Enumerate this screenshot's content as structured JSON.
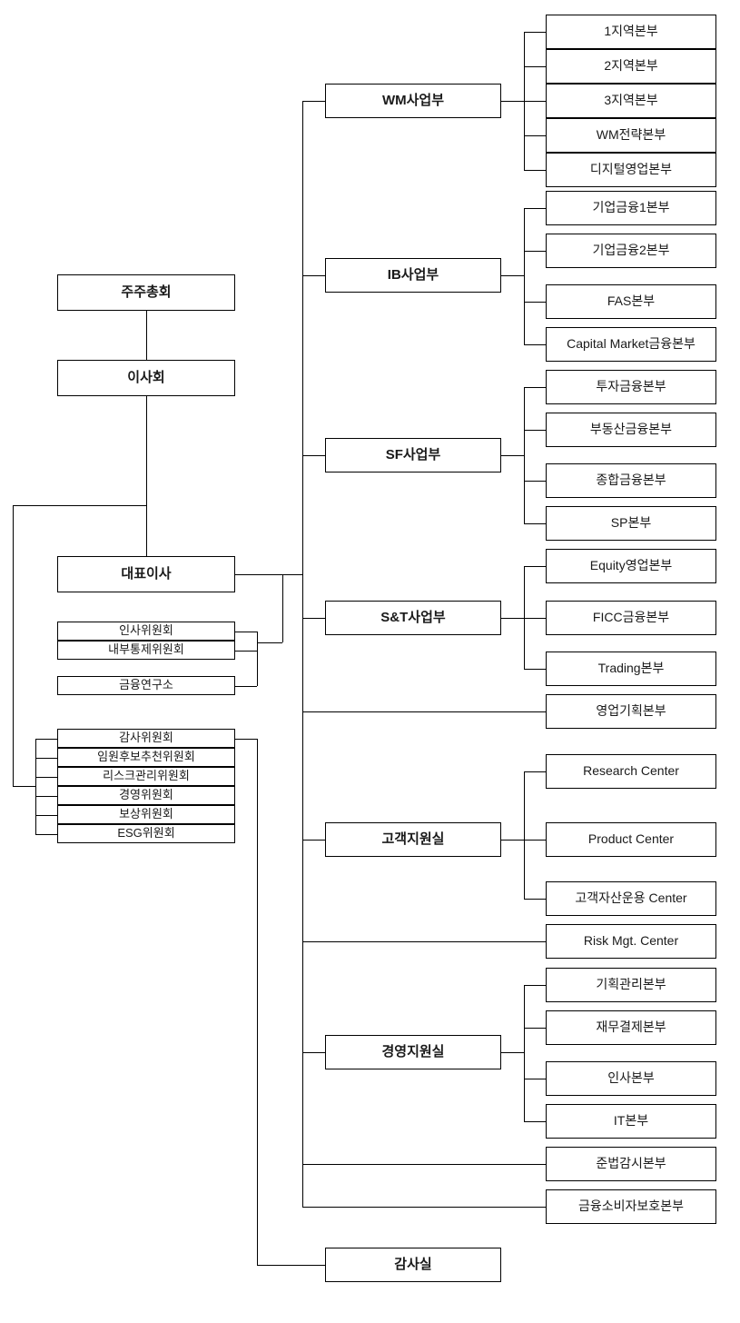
{
  "meta": {
    "title": "조직도",
    "line_color": "#000000",
    "box_border_color": "#000000",
    "background_color": "#ffffff"
  },
  "governance": {
    "shareholders_meeting": "주주총회",
    "board_of_directors": "이사회",
    "ceo": "대표이사",
    "audit_office": "감사실"
  },
  "ceo_committees": [
    {
      "label": "인사위원회"
    },
    {
      "label": "내부통제위원회"
    },
    {
      "label": "금융연구소"
    }
  ],
  "board_committees": [
    {
      "label": "감사위원회"
    },
    {
      "label": "임원후보추천위원회"
    },
    {
      "label": "리스크관리위원회"
    },
    {
      "label": "경영위원회"
    },
    {
      "label": "보상위원회"
    },
    {
      "label": "ESG위원회"
    }
  ],
  "divisions": [
    {
      "label": "WM사업부",
      "units": [
        {
          "label": "1지역본부"
        },
        {
          "label": "2지역본부"
        },
        {
          "label": "3지역본부"
        },
        {
          "label": "WM전략본부"
        },
        {
          "label": "디지털영업본부"
        }
      ]
    },
    {
      "label": "IB사업부",
      "units": [
        {
          "label": "기업금융1본부"
        },
        {
          "label": "기업금융2본부"
        },
        {
          "label": "FAS본부"
        },
        {
          "label": "Capital Market금융본부"
        }
      ]
    },
    {
      "label": "SF사업부",
      "units": [
        {
          "label": "투자금융본부"
        },
        {
          "label": "부동산금융본부"
        },
        {
          "label": "종합금융본부"
        },
        {
          "label": "SP본부"
        }
      ]
    },
    {
      "label": "S&T사업부",
      "units": [
        {
          "label": "Equity영업본부"
        },
        {
          "label": "FICC금융본부"
        },
        {
          "label": "Trading본부"
        }
      ]
    },
    {
      "label": "고객지원실",
      "units": [
        {
          "label": "Research Center"
        },
        {
          "label": "Product Center"
        },
        {
          "label": "고객자산운용 Center"
        }
      ]
    },
    {
      "label": "경영지원실",
      "units": [
        {
          "label": "기획관리본부"
        },
        {
          "label": "재무결제본부"
        },
        {
          "label": "인사본부"
        },
        {
          "label": "IT본부"
        }
      ]
    }
  ],
  "direct_units": [
    {
      "label": "영업기획본부"
    },
    {
      "label": "Risk Mgt. Center"
    },
    {
      "label": "준법감시본부"
    },
    {
      "label": "금융소비자보호본부"
    }
  ]
}
